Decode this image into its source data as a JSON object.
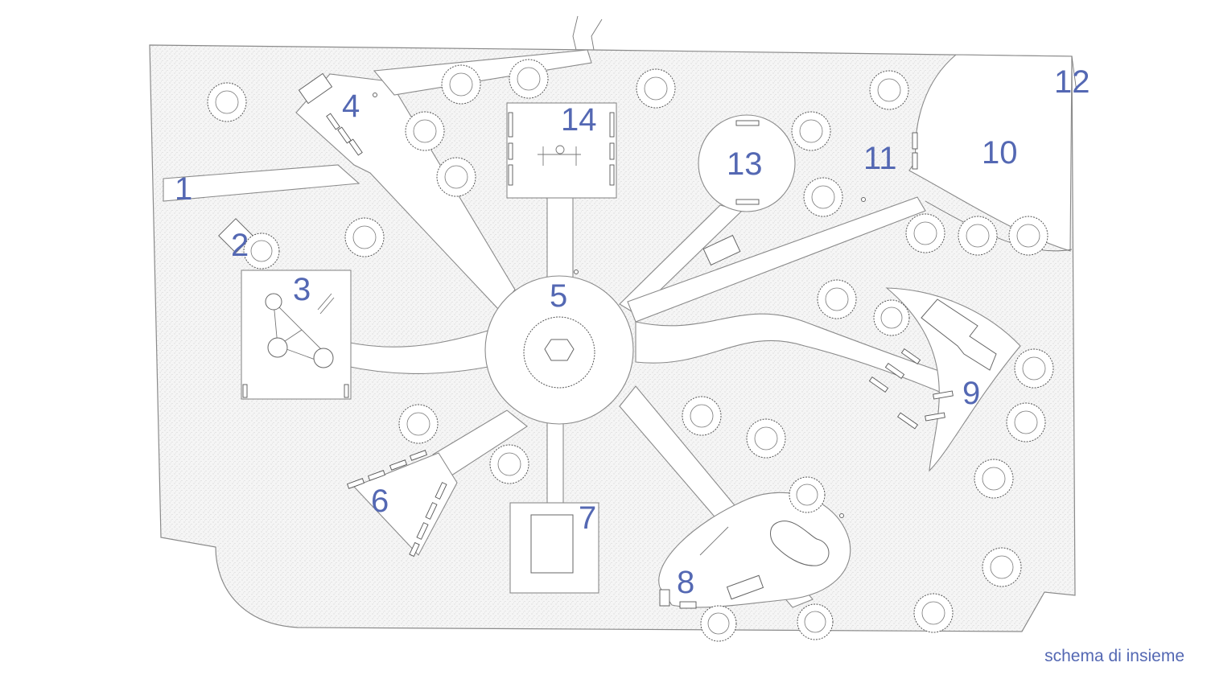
{
  "caption": "schema di insieme",
  "zones": [
    {
      "id": "1",
      "label": "1"
    },
    {
      "id": "2",
      "label": "2"
    },
    {
      "id": "3",
      "label": "3"
    },
    {
      "id": "4",
      "label": "4"
    },
    {
      "id": "5",
      "label": "5"
    },
    {
      "id": "6",
      "label": "6"
    },
    {
      "id": "7",
      "label": "7"
    },
    {
      "id": "8",
      "label": "8"
    },
    {
      "id": "9",
      "label": "9"
    },
    {
      "id": "10",
      "label": "10"
    },
    {
      "id": "11",
      "label": "11"
    },
    {
      "id": "12",
      "label": "12"
    },
    {
      "id": "13",
      "label": "13"
    },
    {
      "id": "14",
      "label": "14"
    }
  ],
  "colors": {
    "label": "#5468b3",
    "linework": "#8a8a8a",
    "ground_fill": "#f4f4f4"
  }
}
